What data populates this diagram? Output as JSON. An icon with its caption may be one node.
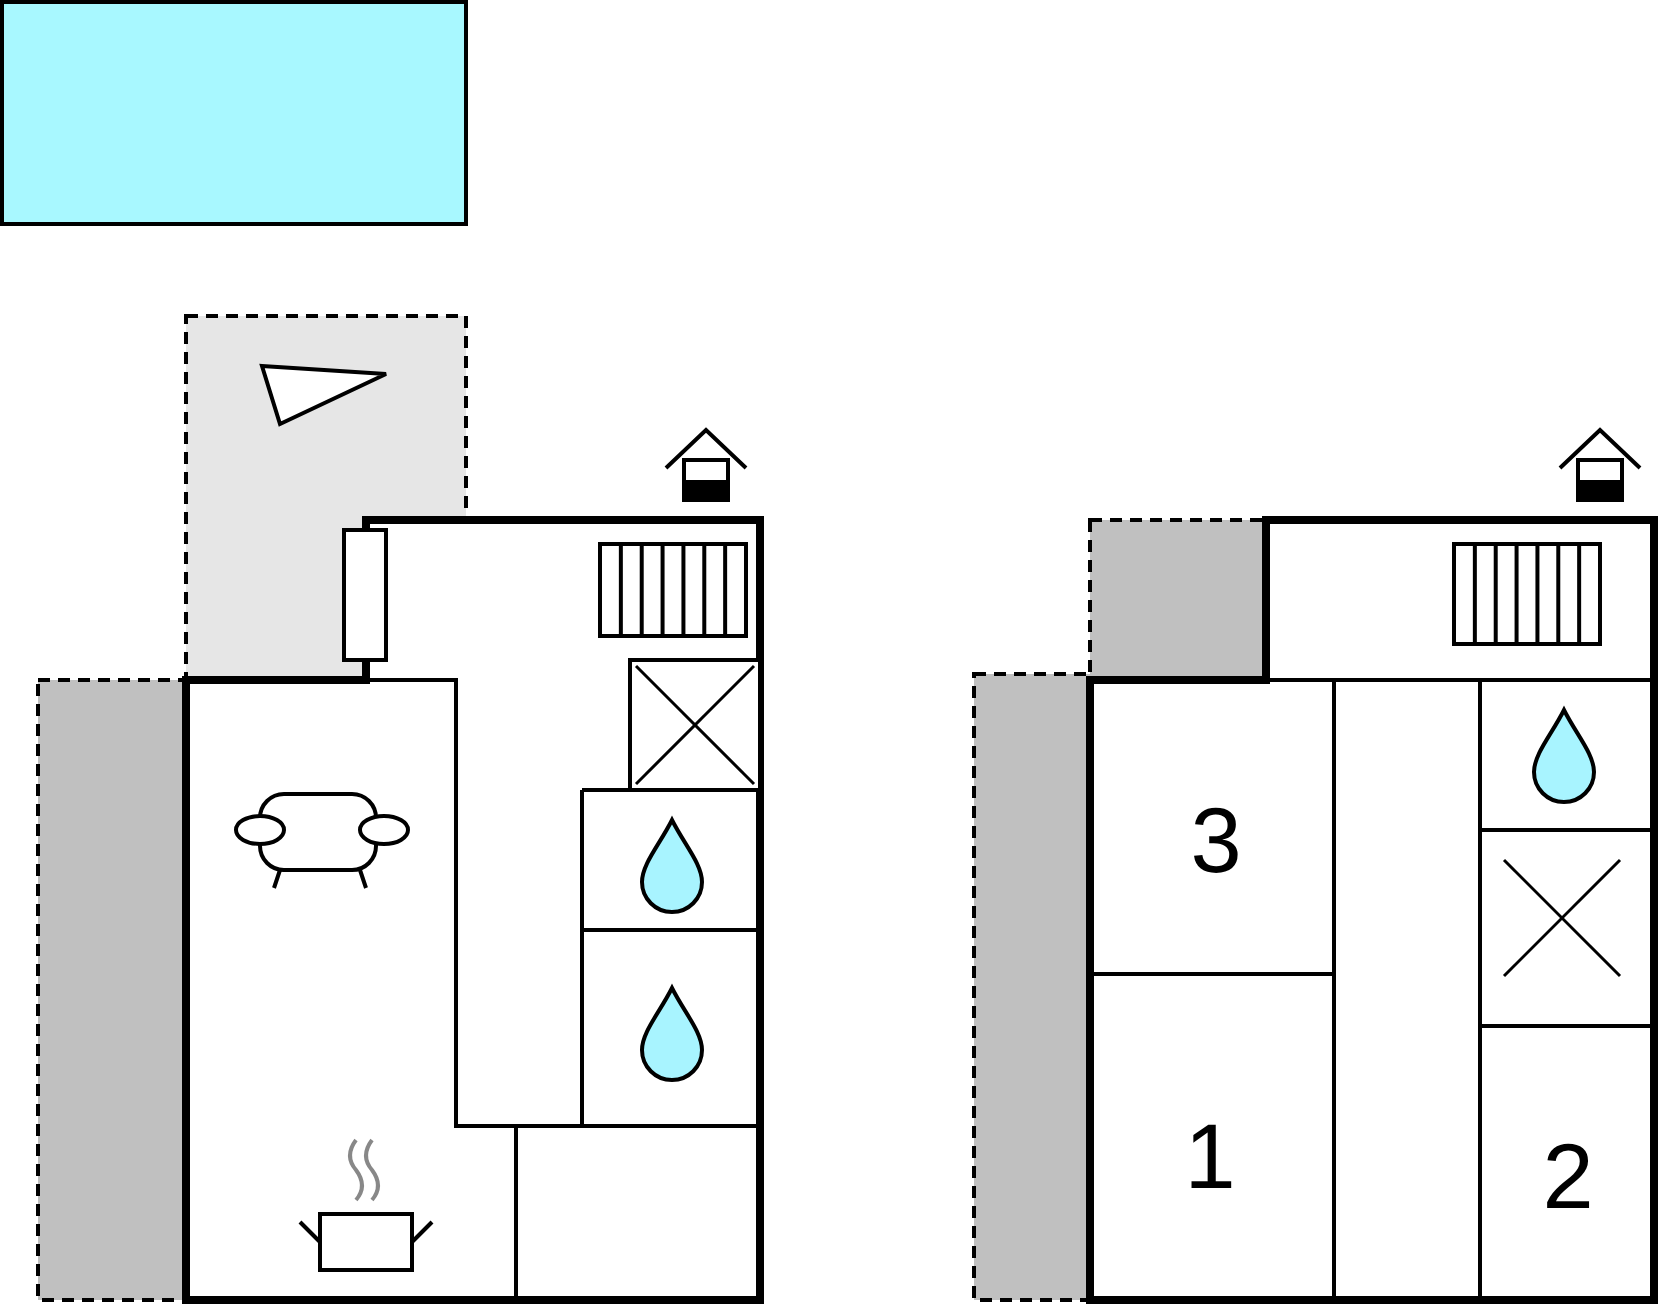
{
  "diagram": {
    "labels": [
      "3",
      "1",
      "2"
    ]
  }
}
